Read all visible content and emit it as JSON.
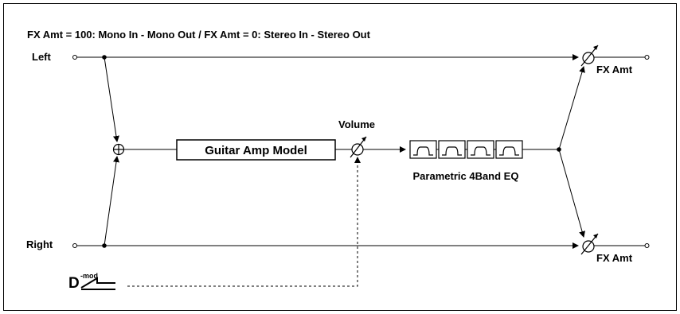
{
  "header": {
    "title": "FX Amt = 100: Mono In - Mono Out  /  FX Amt = 0: Stereo In - Stereo Out"
  },
  "inputs": {
    "left": "Left",
    "right": "Right"
  },
  "blocks": {
    "amp": "Guitar Amp Model",
    "volume": "Volume",
    "eq": "Parametric 4Band EQ"
  },
  "outputs": {
    "top_fx_amt": "FX Amt",
    "bottom_fx_amt": "FX Amt"
  },
  "dmod": {
    "letter": "D",
    "sup": "-mod"
  },
  "icons": {
    "adder": "summing-junction-icon",
    "volume": "variable-attenuator-icon",
    "eq_band": "peaking-eq-band-icon",
    "dmod": "dynamic-modulation-icon"
  }
}
